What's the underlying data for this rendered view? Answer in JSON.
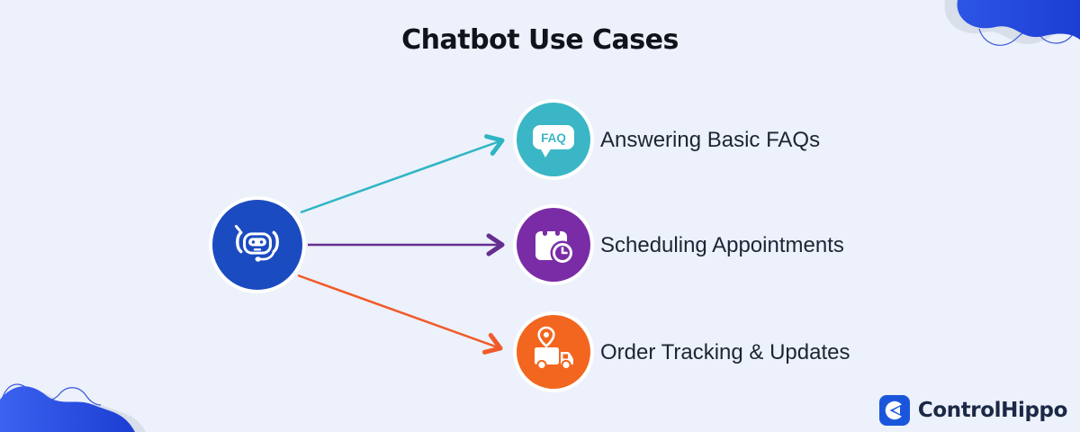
{
  "title": "Chatbot Use Cases",
  "hub": {
    "icon": "chatbot-robot-icon",
    "color": "#1b4bc0"
  },
  "use_cases": [
    {
      "label": "Answering Basic FAQs",
      "icon": "faq-speech-bubble-icon",
      "badge_text": "FAQ",
      "circle_color": "#3ab6c6",
      "arrow_color": "#2eb5c4"
    },
    {
      "label": "Scheduling Appointments",
      "icon": "calendar-clock-icon",
      "circle_color": "#7a2ca7",
      "arrow_color": "#652f90"
    },
    {
      "label": "Order Tracking & Updates",
      "icon": "delivery-truck-pin-icon",
      "circle_color": "#f2661f",
      "arrow_color": "#f15a29"
    }
  ],
  "branding": {
    "name": "ControlHippo",
    "icon": "controlhippo-logo-icon",
    "brand_blue": "#1a56db",
    "text_color": "#1b2946"
  },
  "decor": {
    "background_color": "#ecf1fb",
    "blob_blue_light": "#3b62f0",
    "blob_blue_dark": "#1c3ed2",
    "blob_gray": "#d8deea",
    "blob_outline": "#3a57d9"
  }
}
